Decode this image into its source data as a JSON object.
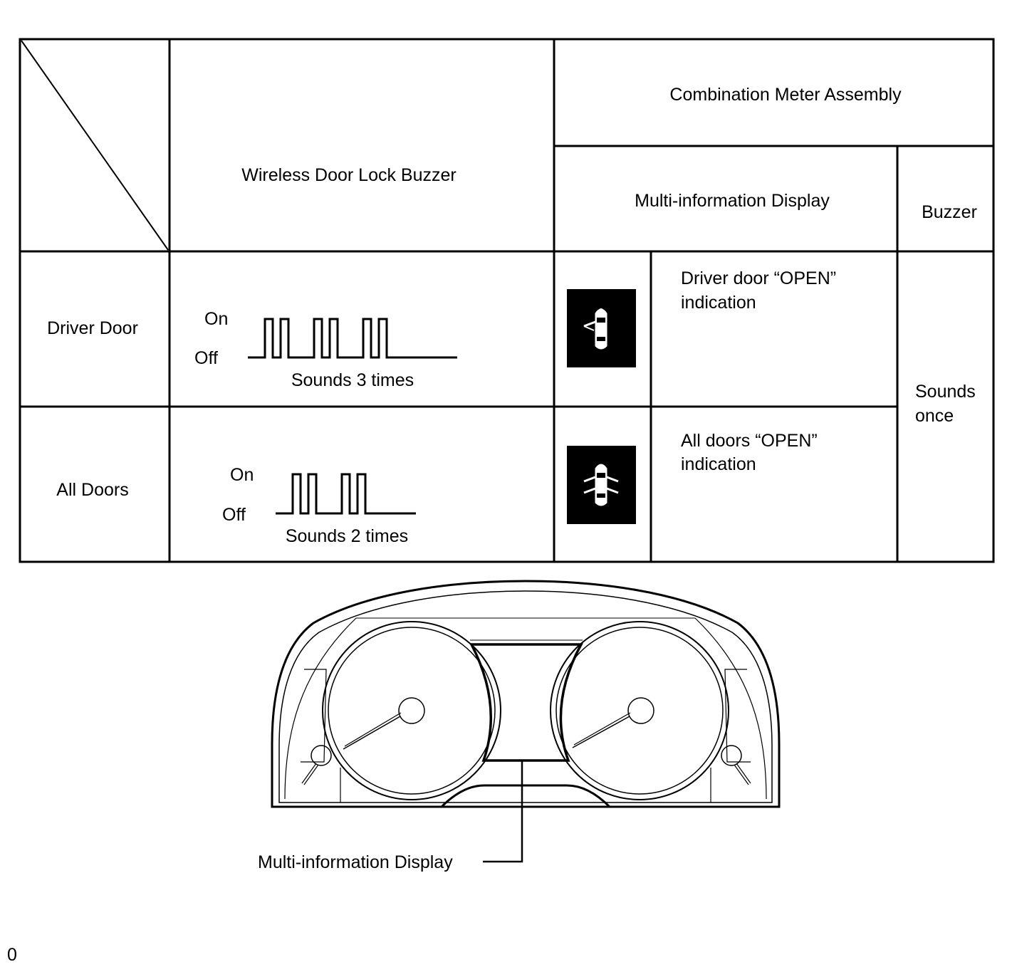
{
  "table": {
    "header": {
      "wireless_buzzer": "Wireless Door Lock Buzzer",
      "combination_meter": "Combination Meter Assembly",
      "multi_info_display": "Multi-information Display",
      "buzzer": "Buzzer"
    },
    "rows": [
      {
        "label": "Driver Door",
        "signal_on": "On",
        "signal_off": "Off",
        "pulses": 3,
        "sounds": "Sounds 3 times",
        "display_line1": "Driver door “OPEN”",
        "display_line2": "indication",
        "icon": "driver-door-open-icon"
      },
      {
        "label": "All Doors",
        "signal_on": "On",
        "signal_off": "Off",
        "pulses": 2,
        "sounds": "Sounds 2 times",
        "display_line1": "All doors “OPEN”",
        "display_line2": "indication",
        "icon": "all-doors-open-icon"
      }
    ],
    "buzzer_line1": "Sounds",
    "buzzer_line2": "once"
  },
  "cluster": {
    "callout_label": "Multi-information Display"
  },
  "footer": {
    "figure_id": "0"
  }
}
